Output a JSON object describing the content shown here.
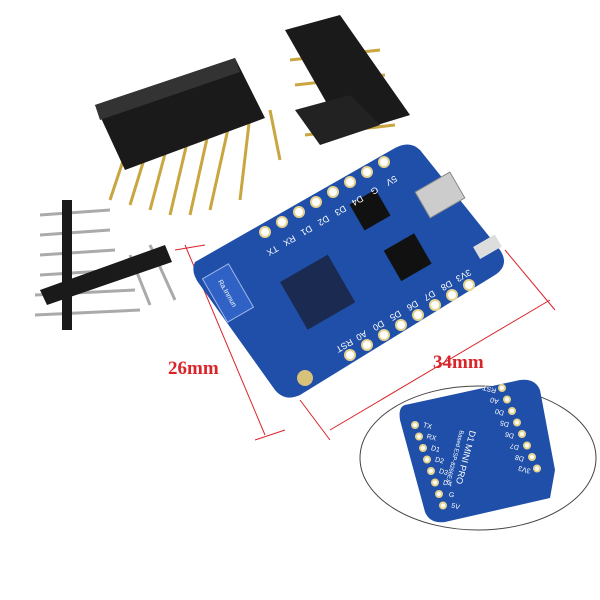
{
  "dimensions": {
    "width_label": "26mm",
    "length_label": "34mm"
  },
  "board_front": {
    "pins_top": [
      "TX",
      "RX",
      "D1",
      "D2",
      "D3",
      "D4",
      "G",
      "5V"
    ],
    "pins_bottom": [
      "RST",
      "A0",
      "D0",
      "D5",
      "D6",
      "D7",
      "D8",
      "3V3"
    ],
    "antenna_label": "Ra.Inmun"
  },
  "board_back": {
    "title": "D1 MINI PRO",
    "subtitle": "Based ESP-8266EX",
    "pins_left": [
      "TX",
      "RX",
      "D1",
      "D2",
      "D3",
      "D4",
      "G",
      "5V"
    ],
    "pins_right": [
      "RST",
      "A0",
      "D0",
      "D5",
      "D6",
      "D7",
      "D8",
      "3V3"
    ]
  },
  "colors": {
    "board": "#1f4fa8",
    "dimension": "#d9242a",
    "header": "#1a1a1a",
    "pins": "#c9a640"
  }
}
